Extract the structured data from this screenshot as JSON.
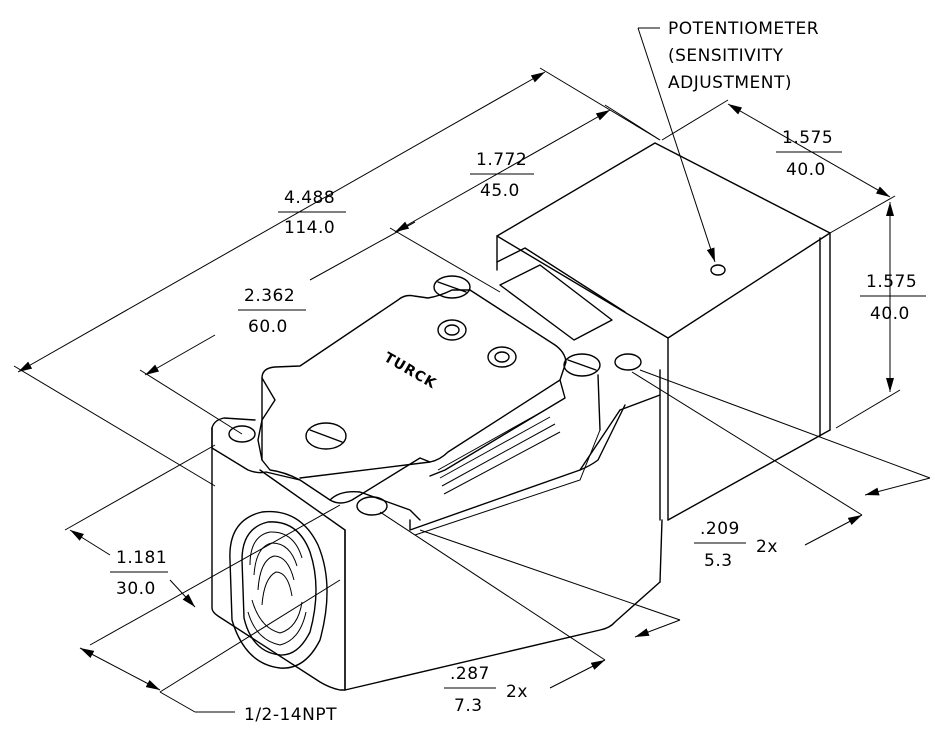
{
  "potentiometer_label": {
    "line1": "POTENTIOMETER",
    "line2": "(SENSITIVITY",
    "line3": "ADJUSTMENT)"
  },
  "dimensions": {
    "overall_length": {
      "inch": "4.488",
      "mm": "114.0"
    },
    "head_length": {
      "inch": "1.772",
      "mm": "45.0"
    },
    "head_width": {
      "inch": "1.575",
      "mm": "40.0"
    },
    "head_height": {
      "inch": "1.575",
      "mm": "40.0"
    },
    "mount_spacing": {
      "inch": "2.362",
      "mm": "60.0"
    },
    "body_width": {
      "inch": "1.181",
      "mm": "30.0"
    },
    "hole_small": {
      "inch": ".209",
      "mm": "5.3",
      "qty": "2x"
    },
    "hole_large": {
      "inch": ".287",
      "mm": "7.3",
      "qty": "2x"
    }
  },
  "thread_label": "1/2-14NPT",
  "logo_text": "TURCK"
}
